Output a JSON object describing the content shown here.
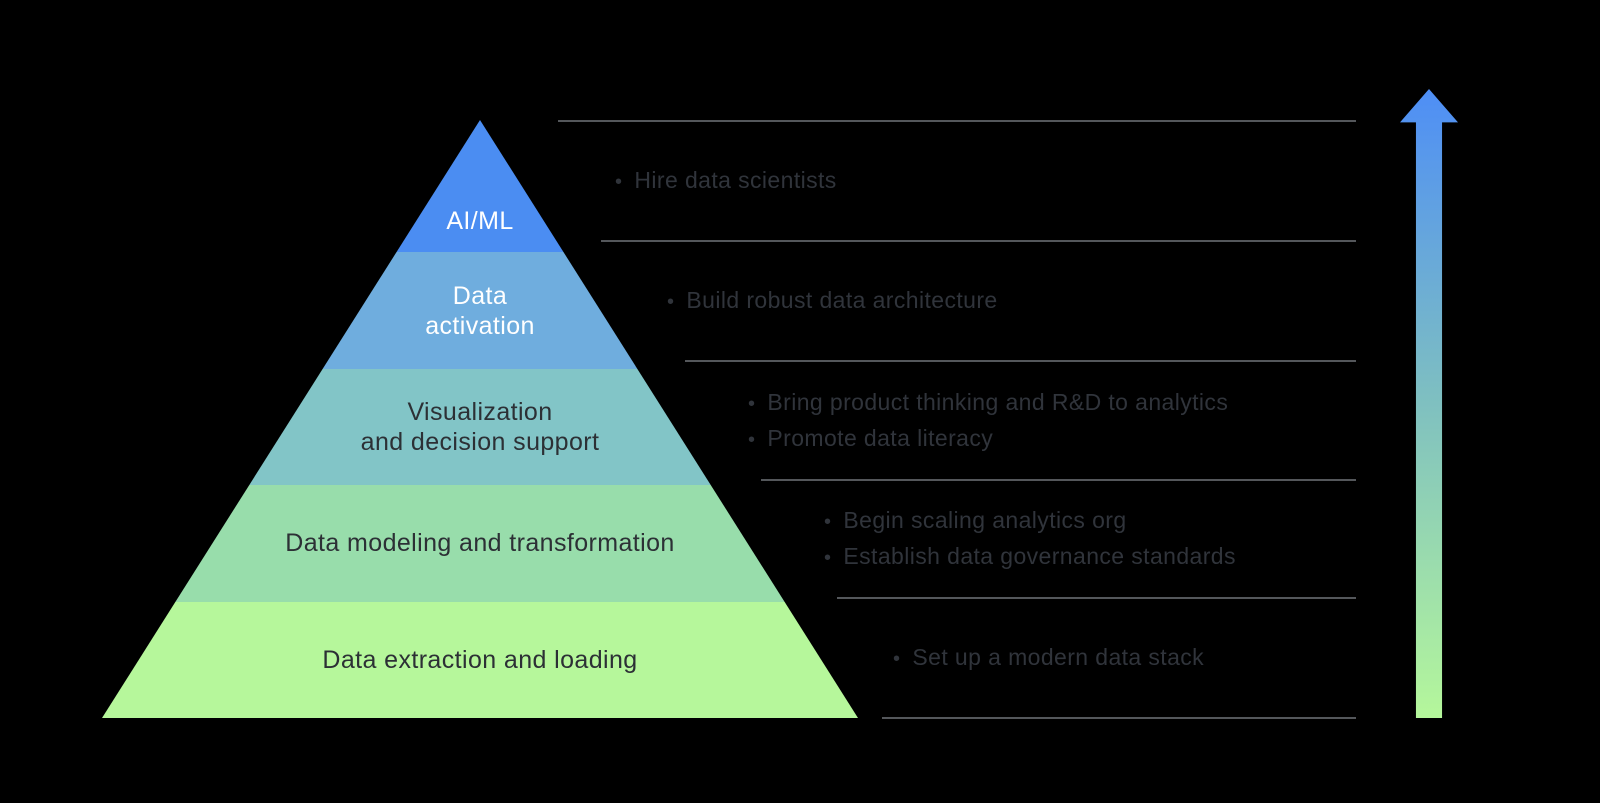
{
  "ui": {
    "bullet_char": "•"
  },
  "pyramid": {
    "levels": [
      {
        "name": "ai-ml",
        "lines": [
          "AI/ML"
        ],
        "color": "#4b8df2",
        "text_color": "#ffffff"
      },
      {
        "name": "data-activation",
        "lines": [
          "Data",
          "activation"
        ],
        "color": "#6fadde",
        "text_color": "#ffffff"
      },
      {
        "name": "visualization-decision-support",
        "lines": [
          "Visualization",
          "and decision support"
        ],
        "color": "#82c5c7",
        "text_color": "#2c3035"
      },
      {
        "name": "data-modeling-transformation",
        "lines": [
          "Data modeling and transformation"
        ],
        "color": "#98ddab",
        "text_color": "#2c3035"
      },
      {
        "name": "data-extraction-loading",
        "lines": [
          "Data extraction and loading"
        ],
        "color": "#b6f79b",
        "text_color": "#2c3035"
      }
    ]
  },
  "sections": [
    {
      "bullets": [
        "Hire data scientists"
      ]
    },
    {
      "bullets": [
        "Build robust data architecture"
      ]
    },
    {
      "bullets": [
        "Bring product thinking and R&D to analytics",
        "Promote data literacy"
      ]
    },
    {
      "bullets": [
        "Begin scaling analytics org",
        "Establish data governance standards"
      ]
    },
    {
      "bullets": [
        "Set up a modern data stack"
      ]
    }
  ],
  "arrow": {
    "direction": "up",
    "top_color": "#4e8ef6",
    "mid_color": "#7fc0c0",
    "bottom_color": "#b5f79b"
  },
  "colors": {
    "background": "#000000",
    "divider": "#54575b",
    "bullet_text": "#30343b"
  }
}
